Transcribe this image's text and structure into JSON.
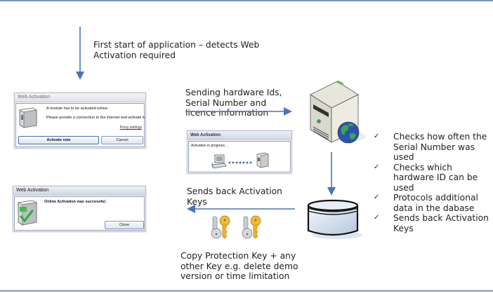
{
  "steps": {
    "first_start": "First start of  application – detects Web Activation required",
    "sending": "Sending hardware Ids, Serial Number and licence information",
    "sends_back": "Sends back Activation Keys",
    "keys_note": "Copy Protection Key + any other Key e.g. delete demo version or time limitation"
  },
  "server_checks": [
    "Checks how often the Serial Number was used",
    "Checks which hardware ID can be used",
    "Protocols additional data in the dabase",
    "Sends back Activation Keys"
  ],
  "check_glyph": "✓",
  "dialog_activate": {
    "title": "Web Activation",
    "line1": "A module has to be activated online.",
    "line2": "Please provide a connection to the internet and activate it.",
    "proxy_link": "Proxy settings",
    "activate_button": "Activate now",
    "cancel_button": "Cancel"
  },
  "dialog_progress": {
    "title": "Web Activation",
    "status": "Activation in progress..."
  },
  "dialog_success": {
    "title": "Web Activation",
    "message": "Online Activation was successful.",
    "close_button": "Close"
  },
  "colors": {
    "rule": "#7b97c4",
    "arrow": "#4a74b8"
  },
  "icons": {
    "server": "server-with-globe-icon",
    "database": "database-icon",
    "keys": "key-pair-icon",
    "module": "module-box-icon",
    "computer": "computer-icon"
  }
}
